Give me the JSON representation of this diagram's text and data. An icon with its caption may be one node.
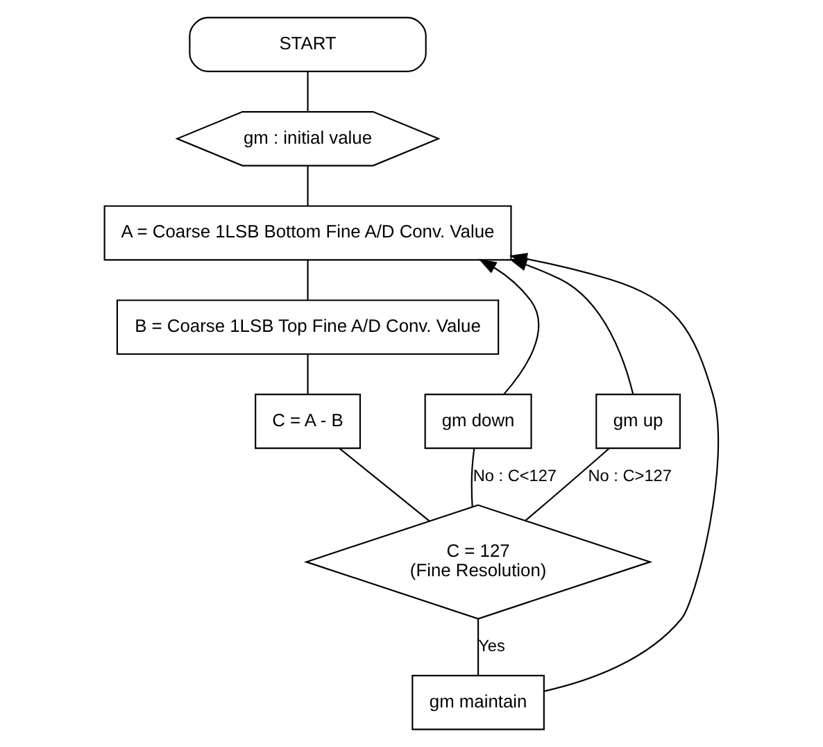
{
  "diagram": {
    "nodes": [
      {
        "text": [
          "START"
        ]
      },
      {
        "text": [
          "gm : initial value"
        ]
      },
      {
        "text": [
          "A = Coarse 1LSB Bottom Fine A/D Conv. Value"
        ]
      },
      {
        "text": [
          "B = Coarse 1LSB Top Fine A/D Conv. Value"
        ]
      },
      {
        "text": [
          "C = A - B"
        ]
      },
      {
        "text": [
          "C = 127",
          "(Fine Resolution)"
        ]
      },
      {
        "text": [
          "gm down"
        ]
      },
      {
        "text": [
          "gm up"
        ]
      },
      {
        "text": [
          "gm maintain"
        ]
      }
    ],
    "edges": [
      {
        "from": 0,
        "to": 1,
        "arrow": "none"
      },
      {
        "from": 1,
        "to": 2,
        "arrow": "none"
      },
      {
        "from": 2,
        "to": 3,
        "arrow": "none"
      },
      {
        "from": 3,
        "to": 4,
        "arrow": "none"
      },
      {
        "from": 4,
        "to": 5,
        "arrow": "none"
      },
      {
        "from": 5,
        "to": 6,
        "arrow": "none",
        "label": "No : C<127"
      },
      {
        "from": 5,
        "to": 7,
        "arrow": "none",
        "label": "No : C>127"
      },
      {
        "from": 5,
        "to": 8,
        "arrow": "none",
        "label": "Yes"
      },
      {
        "from": 6,
        "to": 2,
        "arrow": "to"
      },
      {
        "from": 7,
        "to": 2,
        "arrow": "to"
      },
      {
        "from": 8,
        "to": 2,
        "arrow": "to"
      }
    ]
  }
}
